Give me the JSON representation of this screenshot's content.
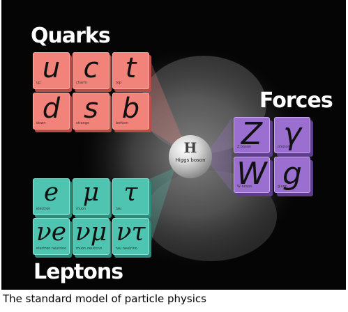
{
  "title_quarks": "Quarks",
  "title_forces": "Forces",
  "title_leptons": "Leptons",
  "higgs": {
    "symbol": "H",
    "name": "Higgs boson"
  },
  "quarks": [
    {
      "symbol": "u",
      "name": "up"
    },
    {
      "symbol": "c",
      "name": "charm"
    },
    {
      "symbol": "t",
      "name": "top"
    },
    {
      "symbol": "d",
      "name": "down"
    },
    {
      "symbol": "s",
      "name": "strange"
    },
    {
      "symbol": "b",
      "name": "bottom"
    }
  ],
  "leptons": [
    {
      "symbol": "e",
      "name": "electron"
    },
    {
      "symbol": "μ",
      "name": "muon"
    },
    {
      "symbol": "τ",
      "name": "tau"
    },
    {
      "symbol": "νe",
      "name": "electron neutrino"
    },
    {
      "symbol": "νμ",
      "name": "muon neutrino"
    },
    {
      "symbol": "ντ",
      "name": "tau neutrino"
    }
  ],
  "forces": [
    {
      "symbol": "Z",
      "name": "Z boson"
    },
    {
      "symbol": "γ",
      "name": "photon"
    },
    {
      "symbol": "W",
      "name": "W boson"
    },
    {
      "symbol": "g",
      "name": "gluon"
    }
  ],
  "caption": "The standard model of particle physics",
  "colors": {
    "quark": "#f2837a",
    "lepton": "#4fc4b0",
    "force": "#9a6fcf",
    "background": "#050505"
  }
}
